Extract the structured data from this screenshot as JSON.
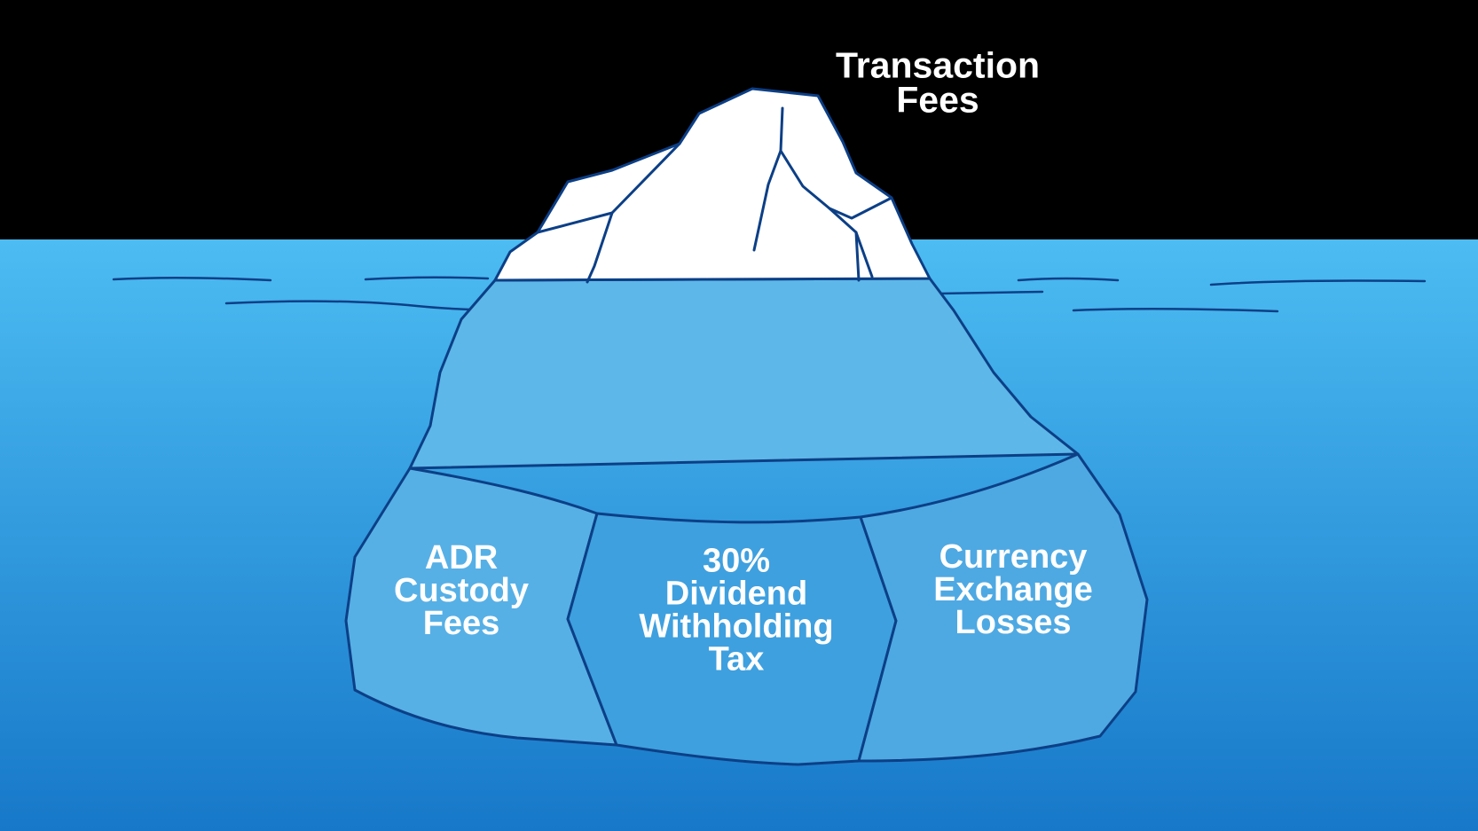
{
  "colors": {
    "sky": "#000000",
    "water_top": "#4cbcf2",
    "water_bottom": "#1778c9",
    "outline": "#0c3f86",
    "ice_above": "#ffffff",
    "ice_submerged": "#5db7e8",
    "left_section": "#56b0e6",
    "center_section": "#3ea0df",
    "right_section": "#4ea9e3",
    "text": "#ffffff"
  },
  "tip": {
    "label": "Transaction\nFees"
  },
  "sections": [
    {
      "key": "left",
      "label": "ADR\nCustody\nFees"
    },
    {
      "key": "center",
      "label": "30%\nDividend\nWithholding\nTax"
    },
    {
      "key": "right",
      "label": "Currency\nExchange\nLosses"
    }
  ]
}
